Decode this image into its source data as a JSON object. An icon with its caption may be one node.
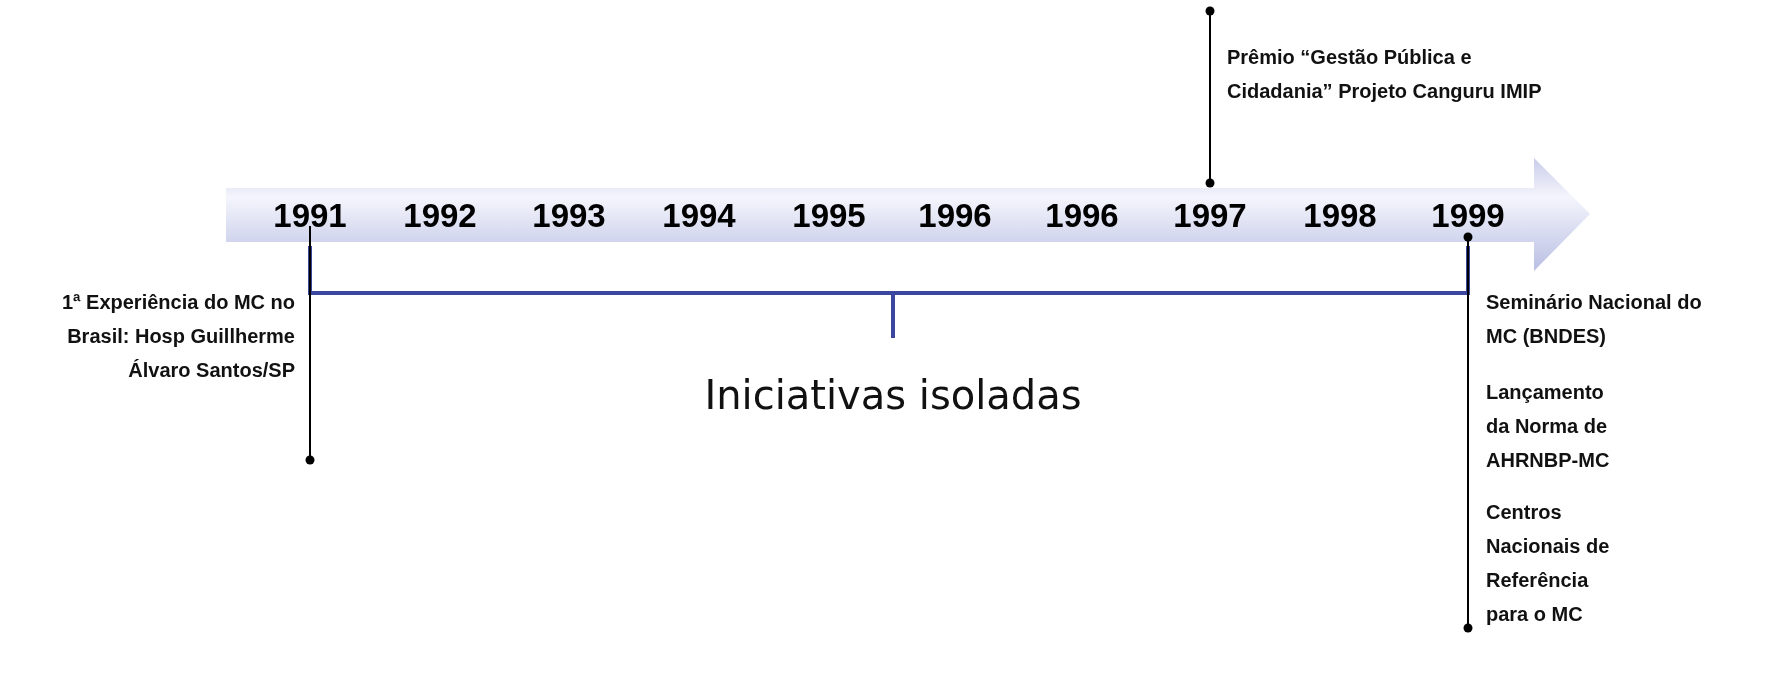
{
  "diagram": {
    "labels": [
      "Prêmio “Gestão Pública e Cidadania” Projeto Canguru IMIP",
      "1991",
      "1992",
      "1993",
      "1994",
      "1995",
      "1996",
      "1996",
      "1997",
      "1998",
      "1999",
      "1ª Experiência do MC no Brasil: Hosp Guillherme Álvaro Santos/SP",
      "Seminário Nacional do MC (BNDES)",
      "Iniciativas isoladas",
      "Lançamento da Norma de AHRNBP-MC",
      "Centros Nacionais de Referência para o MC"
    ]
  }
}
